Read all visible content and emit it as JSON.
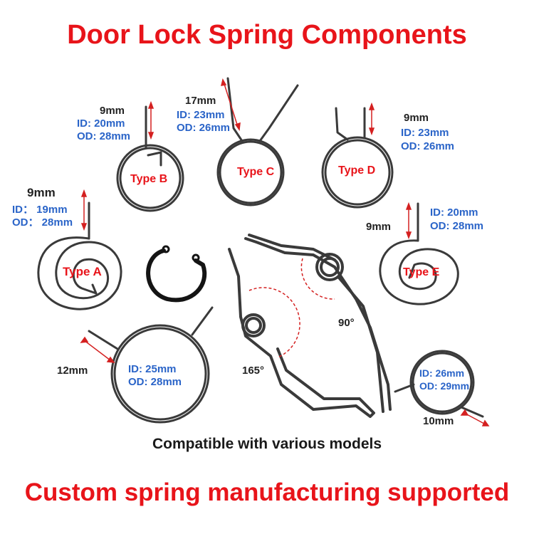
{
  "title": "Door Lock Spring Components",
  "footer": "Custom spring manufacturing supported",
  "caption": "Compatible with various models",
  "springs": {
    "b": {
      "type": "Type B",
      "len": "9mm",
      "id": "ID: 20mm",
      "od": "OD: 28mm"
    },
    "c": {
      "type": "Type C",
      "len": "17mm",
      "id": "ID: 23mm",
      "od": "OD: 26mm"
    },
    "d": {
      "type": "Type D",
      "len": "9mm",
      "id": "ID: 23mm",
      "od": "OD: 26mm"
    },
    "a": {
      "type": "Type A",
      "len": "9mm",
      "id": "ID： 19mm",
      "od": "OD： 28mm"
    },
    "e": {
      "type": "Type E",
      "len": "9mm",
      "id": "ID: 20mm",
      "od": "OD: 28mm"
    },
    "ring": {
      "len": "12mm",
      "id": "ID: 25mm",
      "od": "OD: 28mm"
    },
    "small": {
      "len": "10mm",
      "id": "ID: 26mm",
      "od": "OD: 29mm"
    },
    "angle_left": "165°",
    "angle_right": "90°"
  },
  "colors": {
    "title": "#e8141a",
    "spec_text": "#2a64c8",
    "arrow": "#d42020"
  }
}
